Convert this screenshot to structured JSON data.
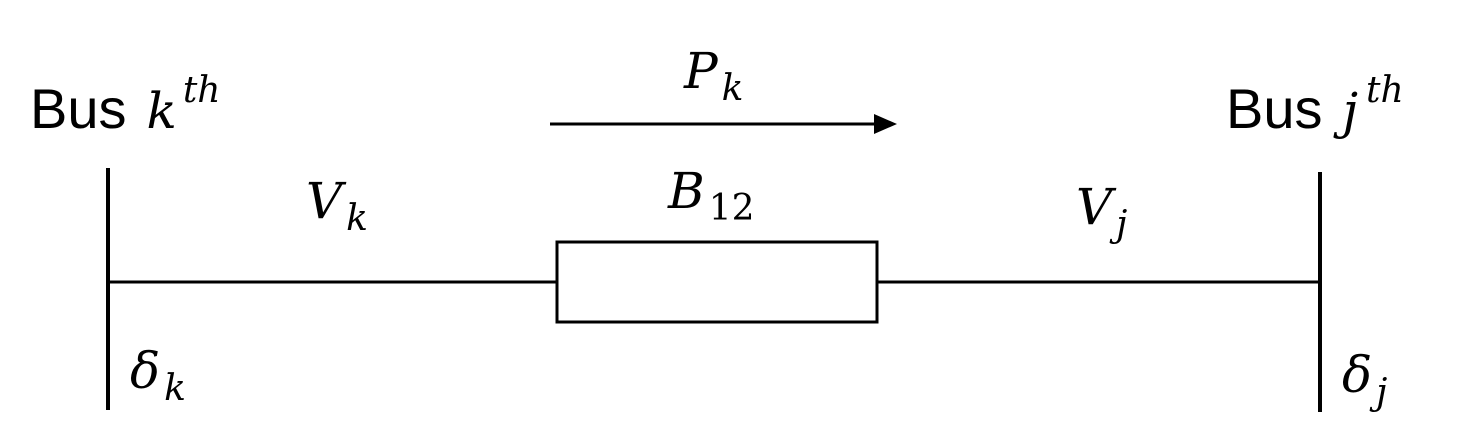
{
  "bus_k": {
    "word": "Bus",
    "index": "k",
    "superscript": "th"
  },
  "bus_j": {
    "word": "Bus",
    "index": "j",
    "superscript": "th"
  },
  "power_flow": {
    "symbol": "P",
    "subscript": "k"
  },
  "voltage_k": {
    "symbol": "V",
    "subscript": "k"
  },
  "voltage_j": {
    "symbol": "V",
    "subscript": "j"
  },
  "susceptance": {
    "symbol": "B",
    "subscript": "12"
  },
  "angle_k": {
    "symbol": "δ",
    "subscript": "k"
  },
  "angle_j": {
    "symbol": "δ",
    "subscript": "j"
  },
  "colors": {
    "line": "#000000",
    "background": "#ffffff"
  }
}
